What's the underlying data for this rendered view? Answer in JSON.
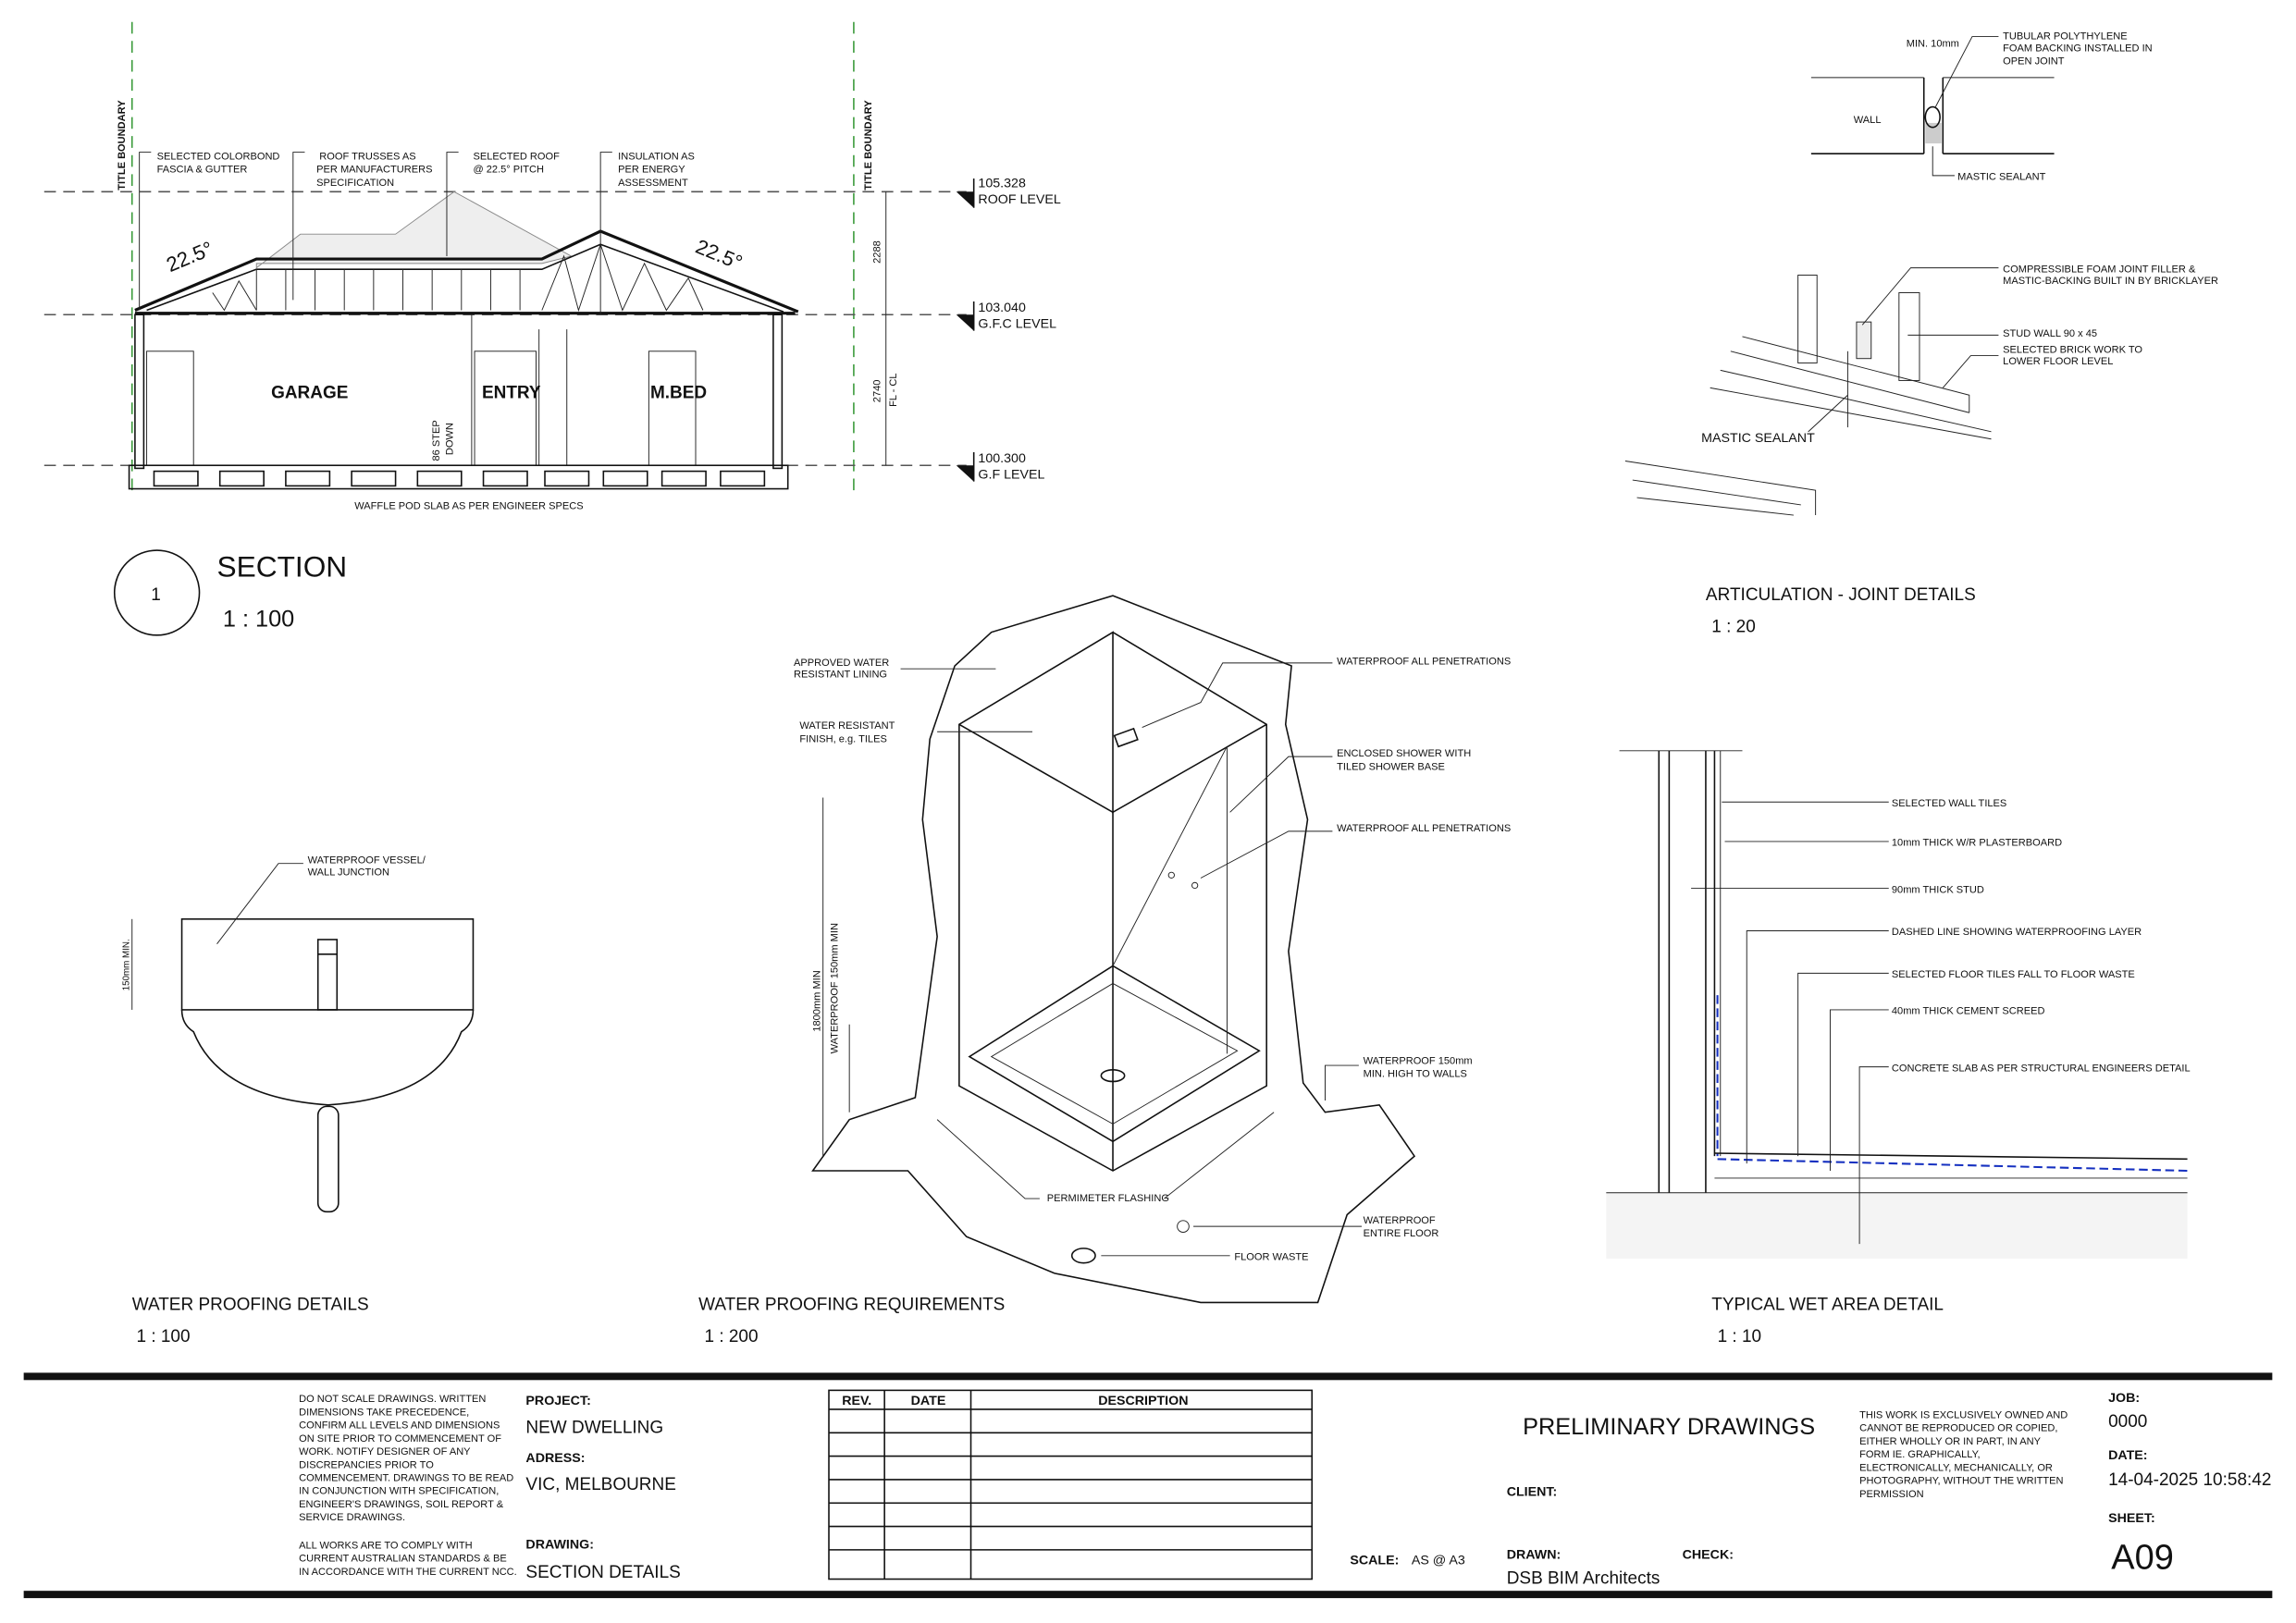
{
  "section": {
    "title": "SECTION",
    "scale": "1 : 100",
    "number": "1",
    "title_boundary": "TITLE BOUNDARY",
    "callouts": [
      "SELECTED COLORBOND",
      "FASCIA & GUTTER",
      "ROOF TRUSSES AS",
      "PER MANUFACTURERS",
      "SPECIFICATION",
      "SELECTED ROOF",
      "@ 22.5° PITCH",
      "INSULATION AS",
      "PER ENERGY",
      "ASSESSMENT"
    ],
    "pitch": "22.5°",
    "rooms": [
      "GARAGE",
      "ENTRY",
      "M.BED"
    ],
    "step": [
      "86 STEP",
      "DOWN"
    ],
    "slab_note": "WAFFLE POD SLAB AS PER ENGINEER SPECS",
    "levels": [
      {
        "value": "105.328",
        "name": "ROOF LEVEL"
      },
      {
        "value": "103.040",
        "name": "G.F.C LEVEL"
      },
      {
        "value": "100.300",
        "name": "G.F LEVEL"
      }
    ],
    "dims": [
      "2288",
      "2740",
      "FL - CL"
    ]
  },
  "articulation": {
    "title": "ARTICULATION - JOINT DETAILS",
    "scale": "1 : 20",
    "labels": [
      "MIN. 10mm",
      "TUBULAR POLYTHYLENE",
      "FOAM BACKING INSTALLED IN",
      "OPEN JOINT",
      "WALL",
      "MASTIC SEALANT",
      "COMPRESSIBLE FOAM JOINT FILLER &",
      "MASTIC-BACKING BUILT IN BY BRICKLAYER",
      "STUD WALL 90 x 45",
      "SELECTED BRICK WORK TO",
      "LOWER FLOOR LEVEL",
      "MASTIC SEALANT"
    ]
  },
  "wp_details": {
    "title": "WATER PROOFING DETAILS",
    "scale": "1 : 100",
    "labels": [
      "WATERPROOF VESSEL/",
      "WALL JUNCTION",
      "150mm MIN."
    ]
  },
  "wp_requirements": {
    "title": "WATER PROOFING REQUIREMENTS",
    "scale": "1 : 200",
    "labels": [
      "APPROVED WATER",
      "RESISTANT LINING",
      "WATER RESISTANT",
      "FINISH, e.g. TILES",
      "WATERPROOF ALL PENETRATIONS",
      "ENCLOSED SHOWER WITH",
      "TILED SHOWER BASE",
      "WATERPROOF ALL PENETRATIONS",
      "WATERPROOF 150mm",
      "MIN. HIGH TO WALLS",
      "PERMIMETER FLASHING",
      "WATERPROOF",
      "ENTIRE FLOOR",
      "FLOOR WASTE",
      "1800mm MIN",
      "WATERPROOF 150mm MIN"
    ]
  },
  "wet_area": {
    "title": "TYPICAL WET AREA DETAIL",
    "scale": "1 : 10",
    "labels": [
      "SELECTED WALL TILES",
      "10mm THICK W/R PLASTERBOARD",
      "90mm THICK STUD",
      "DASHED LINE SHOWING WATERPROOFING LAYER",
      "SELECTED FLOOR TILES FALL TO FLOOR WASTE",
      "40mm THICK CEMENT SCREED",
      "CONCRETE SLAB AS PER STRUCTURAL ENGINEERS DETAIL"
    ]
  },
  "title_block": {
    "notes1": [
      "DO NOT SCALE DRAWINGS. WRITTEN",
      "DIMENSIONS TAKE PRECEDENCE,",
      "CONFIRM ALL LEVELS AND DIMENSIONS",
      "ON SITE PRIOR TO COMMENCEMENT OF",
      "WORK. NOTIFY DESIGNER OF ANY",
      "DISCREPANCIES PRIOR TO",
      "COMMENCEMENT. DRAWINGS TO BE READ",
      "IN CONJUNCTION WITH SPECIFICATION,",
      "ENGINEER'S DRAWINGS, SOIL REPORT &",
      "SERVICE DRAWINGS."
    ],
    "notes2": [
      "ALL WORKS ARE TO COMPLY WITH",
      "CURRENT AUSTRALIAN STANDARDS & BE",
      "IN ACCORDANCE WITH THE CURRENT NCC."
    ],
    "project_label": "PROJECT:",
    "project": "NEW DWELLING",
    "address_label": "ADRESS:",
    "address": "VIC, MELBOURNE",
    "drawing_label": "DRAWING:",
    "drawing": "SECTION DETAILS",
    "rev_headers": [
      "REV.",
      "DATE",
      "DESCRIPTION"
    ],
    "scale_label": "SCALE:",
    "scale": "AS @ A3",
    "status": "PRELIMINARY DRAWINGS",
    "client_label": "CLIENT:",
    "drawn_label": "DRAWN:",
    "drawn": "DSB BIM Architects",
    "check_label": "CHECK:",
    "copyright": [
      "THIS WORK IS EXCLUSIVELY OWNED AND",
      "CANNOT BE REPRODUCED OR COPIED,",
      "EITHER WHOLLY OR IN PART, IN ANY",
      "FORM IE. GRAPHICALLY,",
      "ELECTRONICALLY, MECHANICALLY, OR",
      "PHOTOGRAPHY, WITHOUT THE WRITTEN",
      "PERMISSION"
    ],
    "job_label": "JOB:",
    "job": "0000",
    "date_label": "DATE:",
    "date": "14-04-2025 10:58:42",
    "sheet_label": "SHEET:",
    "sheet": "A09"
  }
}
